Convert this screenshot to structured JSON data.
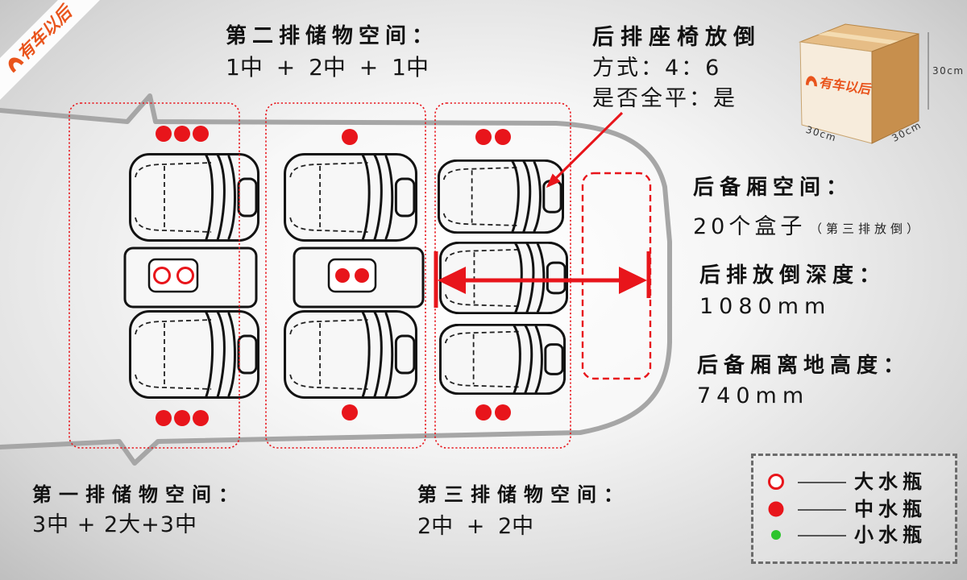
{
  "logo": {
    "text": "有车以后"
  },
  "colors": {
    "red": "#e8151b",
    "green": "#2dc42d",
    "logo_orange": "#e9541c",
    "car_outline": "#a6a6a6"
  },
  "row2": {
    "title": "第二排储物空间：",
    "value": "1中 + 2中 + 1中"
  },
  "rear_seat_fold": {
    "title": "后排座椅放倒",
    "mode": "方式：4：6",
    "flat": "是否全平：是"
  },
  "box": {
    "height": "30cm",
    "width": "30cm",
    "depth": "30cm"
  },
  "trunk": {
    "title": "后备厢空间：",
    "value": "20个盒子",
    "note": "（第三排放倒）"
  },
  "fold_depth": {
    "title": "后排放倒深度：",
    "value": "1080mm"
  },
  "trunk_height": {
    "title": "后备厢离地高度：",
    "value": "740mm"
  },
  "row1": {
    "title": "第一排储物空间：",
    "value": "3中 + 2大+3中"
  },
  "row3": {
    "title": "第三排储物空间：",
    "value": "2中 + 2中"
  },
  "legend": {
    "items": [
      {
        "label": "大水瓶",
        "icon": "large-bottle-ring-icon"
      },
      {
        "label": "中水瓶",
        "icon": "medium-bottle-dot-icon"
      },
      {
        "label": "小水瓶",
        "icon": "small-bottle-dot-icon"
      }
    ]
  },
  "storage_rows": [
    {
      "top": {
        "medium": 3
      },
      "console": {
        "large": 2
      },
      "bottom": {
        "medium": 3
      }
    },
    {
      "top": {
        "medium": 1
      },
      "console": {
        "medium": 2
      },
      "bottom": {
        "medium": 1
      }
    },
    {
      "top": {
        "medium": 2
      },
      "bottom": {
        "medium": 2
      }
    }
  ]
}
